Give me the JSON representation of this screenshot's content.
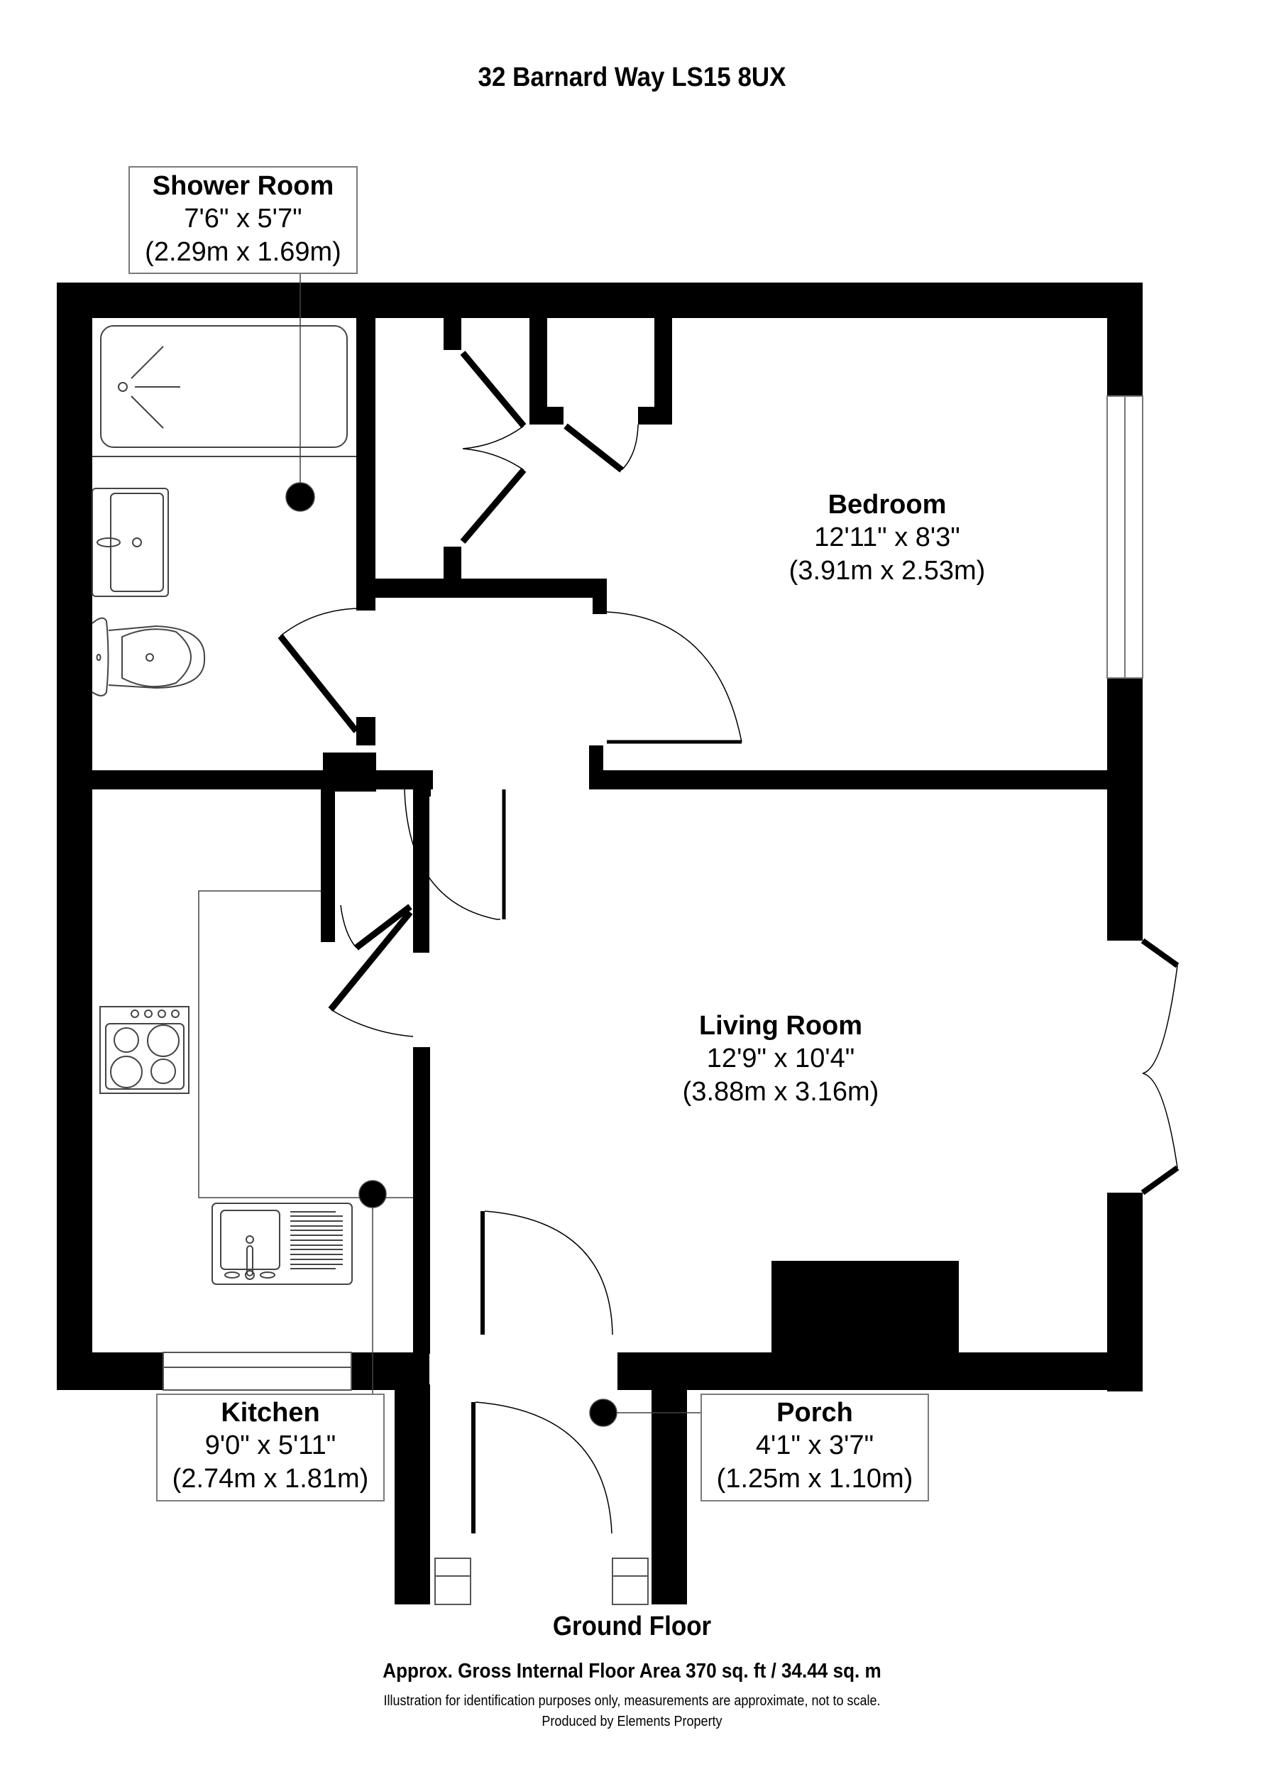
{
  "header": {
    "address": "32 Barnard Way LS15 8UX"
  },
  "rooms": {
    "shower_room": {
      "name": "Shower Room",
      "imperial": "7'6\" x 5'7\"",
      "metric": "(2.29m x 1.69m)"
    },
    "bedroom": {
      "name": "Bedroom",
      "imperial": "12'11\" x 8'3\"",
      "metric": "(3.91m x 2.53m)"
    },
    "living_room": {
      "name": "Living Room",
      "imperial": "12'9\" x 10'4\"",
      "metric": "(3.88m x 3.16m)"
    },
    "kitchen": {
      "name": "Kitchen",
      "imperial": "9'0\" x 5'11\"",
      "metric": "(2.74m x 1.81m)"
    },
    "porch": {
      "name": "Porch",
      "imperial": "4'1\" x 3'7\"",
      "metric": "(1.25m x 1.10m)"
    }
  },
  "footer": {
    "floor_name": "Ground Floor",
    "area": "Approx. Gross Internal Floor Area 370 sq. ft / 34.44 sq. m",
    "disclaimer": "Illustration for identification purposes only, measurements are approximate, not to scale.",
    "producer": "Produced by Elements Property"
  },
  "colors": {
    "wall": "#000000",
    "fixture_line": "#444444",
    "label_border": "#7a7a7a",
    "background": "#ffffff"
  }
}
